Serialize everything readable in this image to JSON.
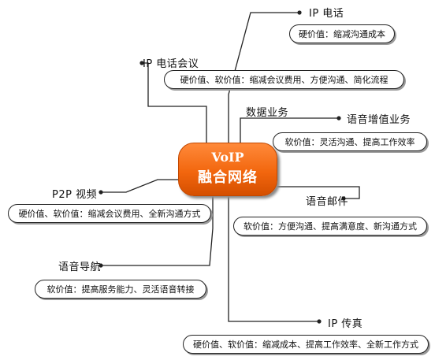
{
  "center": {
    "line1": "VoIP",
    "line2": "融合网络"
  },
  "nodes": {
    "ip_phone": {
      "title": "IP 电话",
      "value": "硬价值：缩减沟通成本"
    },
    "ip_conference": {
      "title": "IP 电话会议",
      "value": "硬价值、软价值：缩减会议费用、方便沟通、简化流程"
    },
    "data_service": {
      "title": "数据业务"
    },
    "voice_value_added": {
      "title": "语音增值业务",
      "value": "软价值：灵活沟通、提高工作效率"
    },
    "p2p_video": {
      "title": "P2P 视频",
      "value": "硬价值、软价值：缩减会议费用、全新沟通方式"
    },
    "voicemail": {
      "title": "语音邮件",
      "value": "软价值：方便沟通、提高满意度、新沟通方式"
    },
    "voice_nav": {
      "title": "语音导航",
      "value": "软价值：提高服务能力、灵活语音转接"
    },
    "ip_fax": {
      "title": "IP 传真",
      "value": "硬价值、软价值：缩减成本、提高工作效率、全新工作方式"
    }
  }
}
